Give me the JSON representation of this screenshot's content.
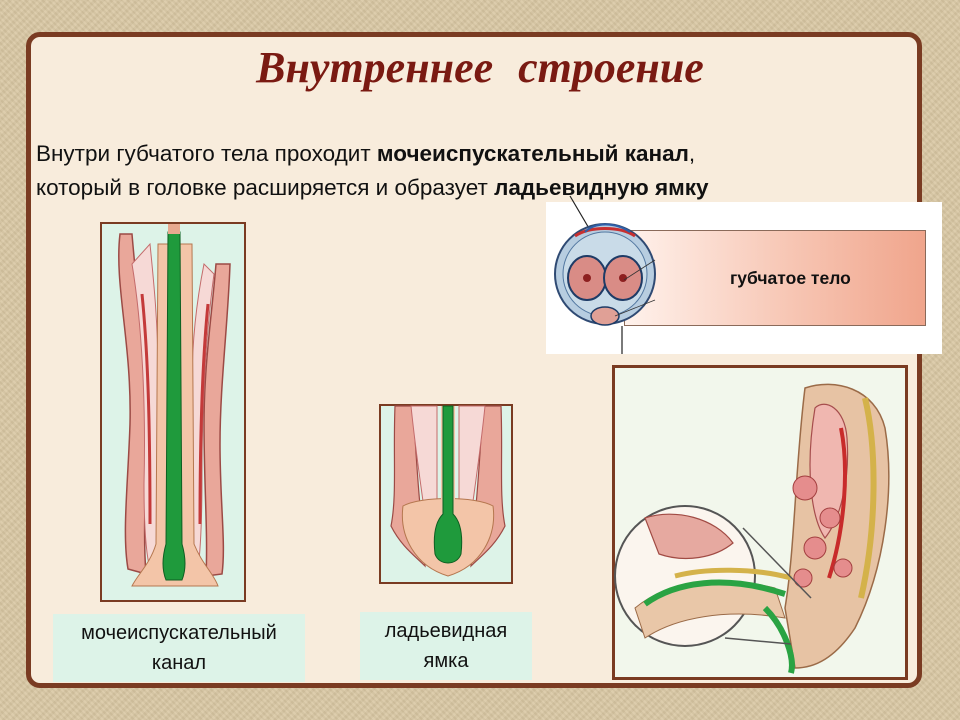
{
  "slide": {
    "title": "Внутреннее  строение",
    "intro": {
      "line1_plain": "Внутри губчатого тела проходит ",
      "line1_bold": "мочеиспускательный канал",
      "line1_tail": ",",
      "line2_plain": "который в головке расширяется и образует ",
      "line2_bold": "ладьевидную ямку"
    },
    "labels": {
      "spongy_body": "губчатое тело",
      "urethra_line1": "мочеиспускательный",
      "urethra_line2": "канал",
      "fossa_line1": "ладьевидная",
      "fossa_line2": "ямка"
    },
    "colors": {
      "frame": "#7a3b22",
      "title": "#7a1a12",
      "urethra": "#1f9a3c",
      "tissue": "#e7a98f"
    }
  }
}
